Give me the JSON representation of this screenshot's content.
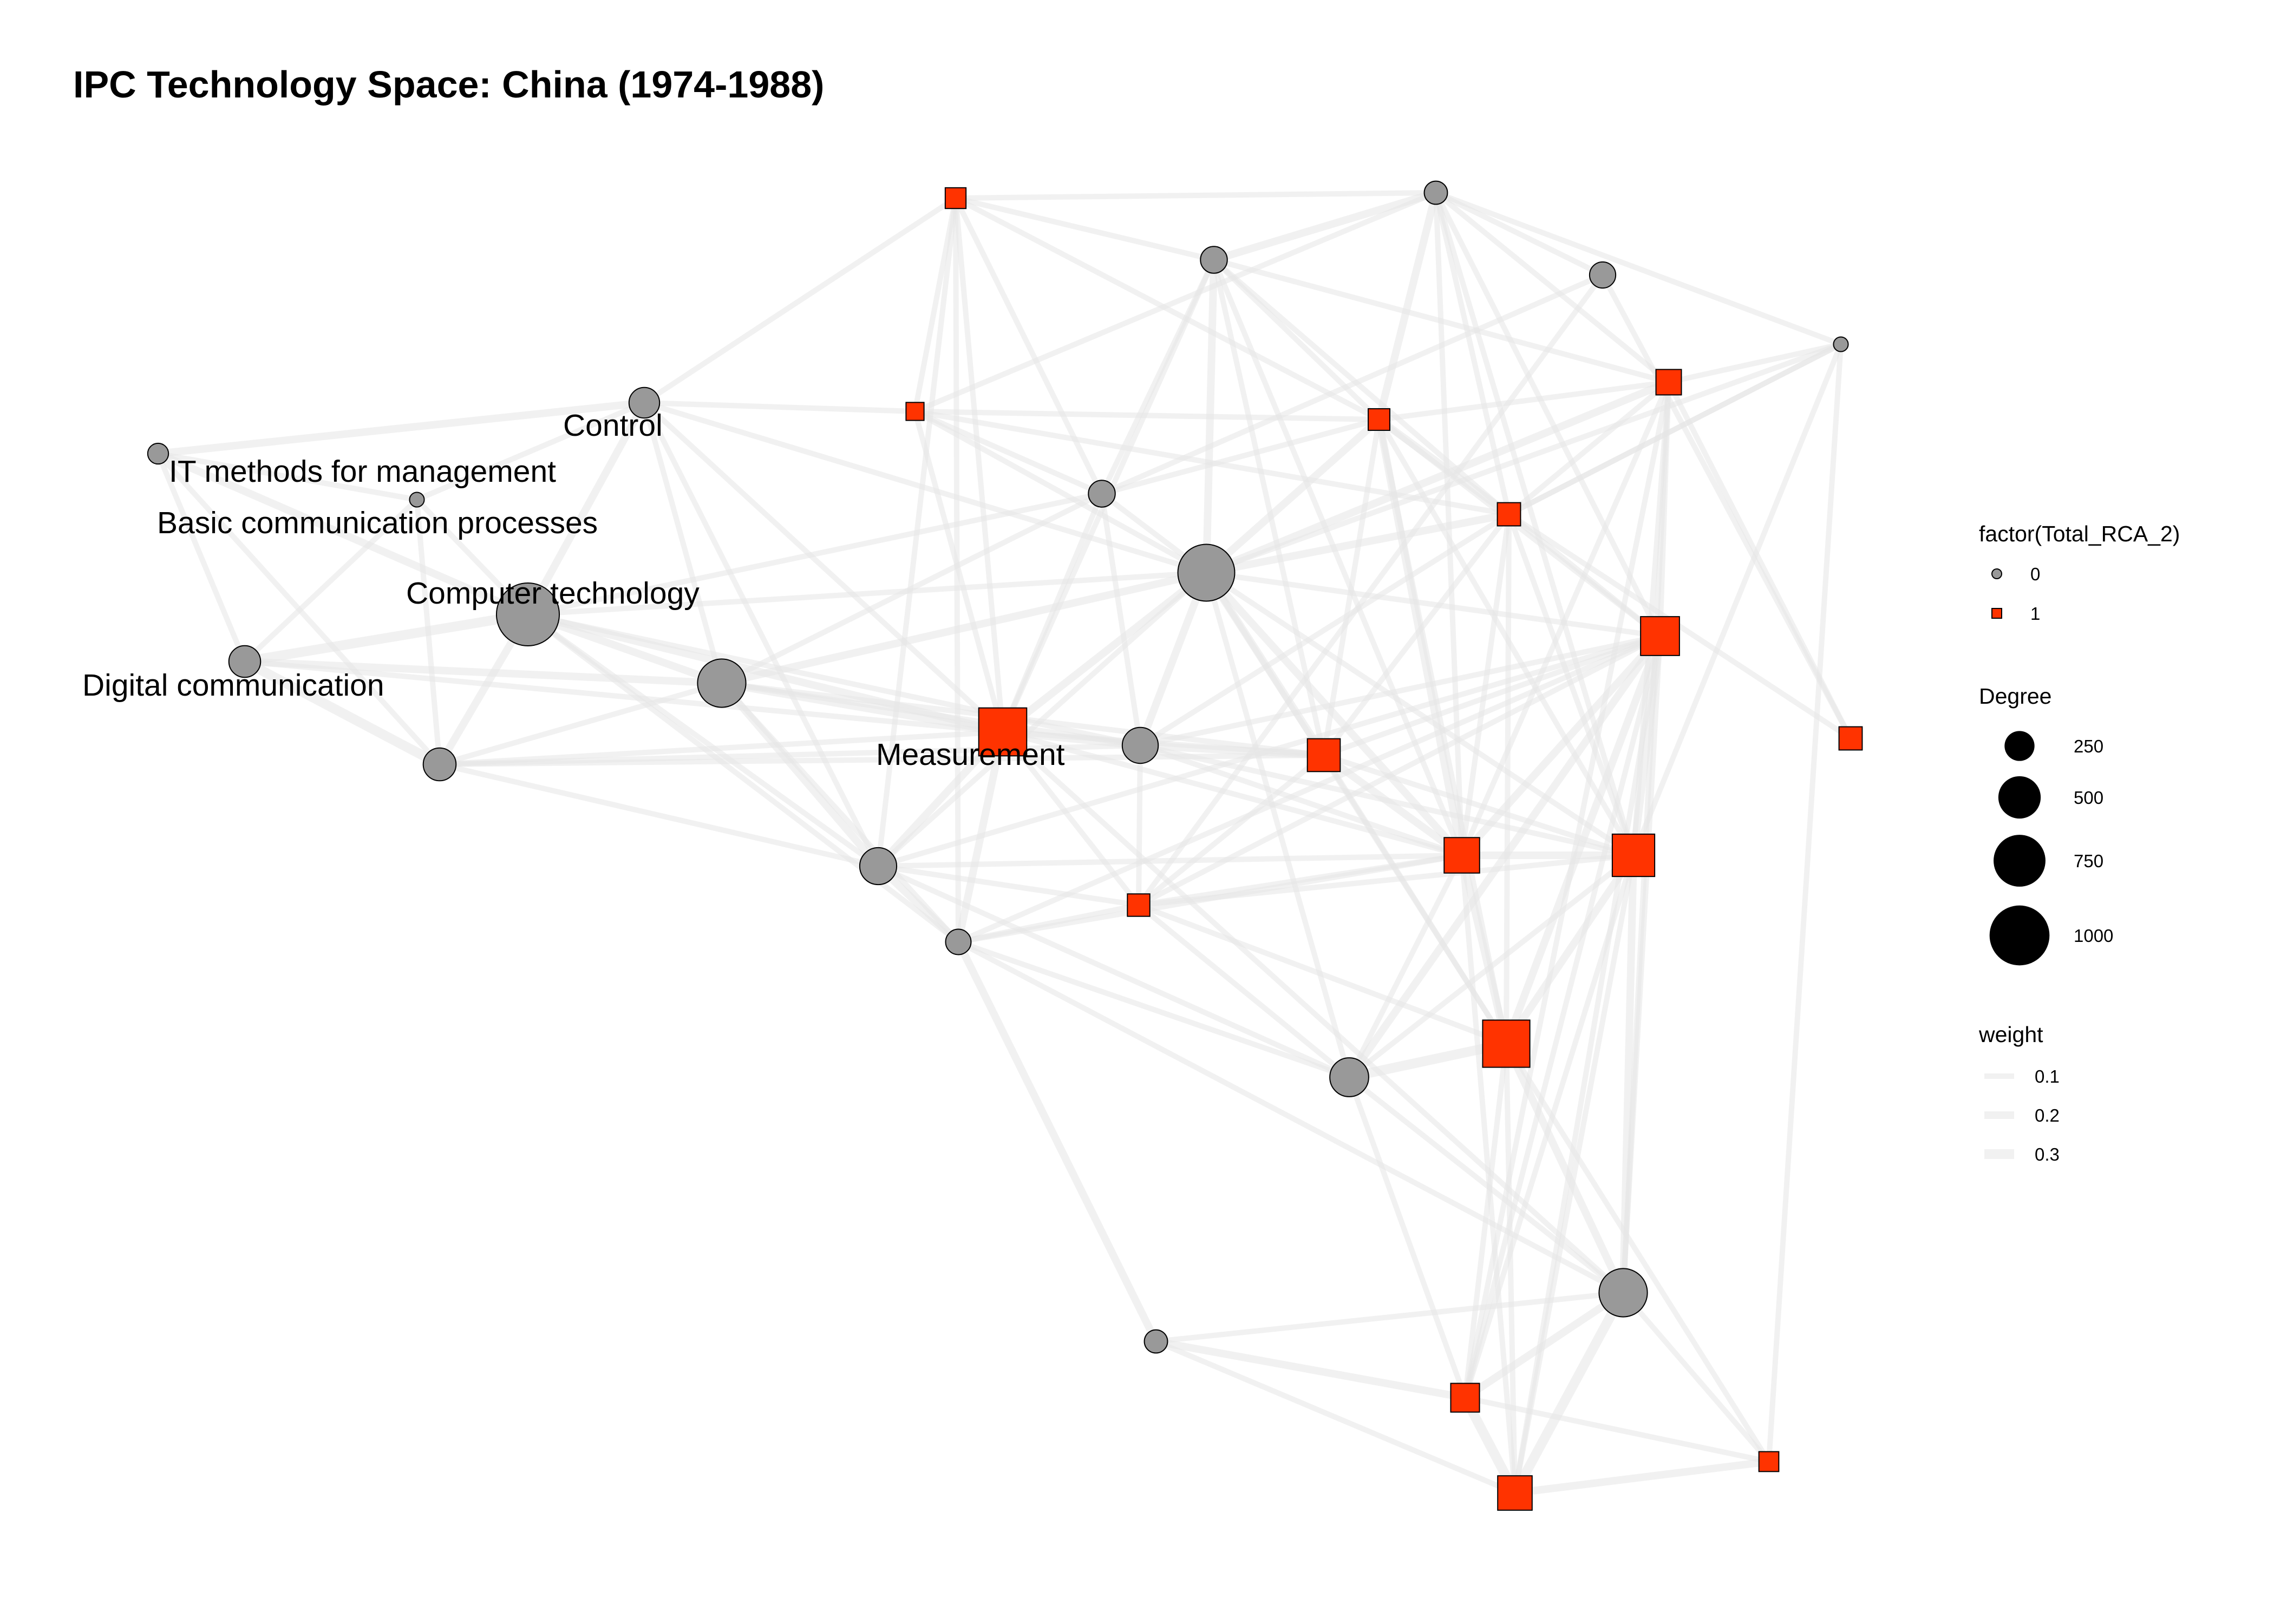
{
  "title": "IPC Technology Space: China (1974-1988)",
  "colors": {
    "rca_0": "#999999",
    "rca_1": "#ff3300",
    "edge": "#e6e6e6",
    "node_stroke": "#000000",
    "legend_size": "#000000"
  },
  "legend": {
    "shape": {
      "title": "factor(Total_RCA_2)",
      "items": [
        {
          "label": "0",
          "shape": "circle"
        },
        {
          "label": "1",
          "shape": "square"
        }
      ]
    },
    "size": {
      "title": "Degree",
      "items": [
        {
          "label": "250",
          "value": 250
        },
        {
          "label": "500",
          "value": 500
        },
        {
          "label": "750",
          "value": 750
        },
        {
          "label": "1000",
          "value": 1000
        }
      ]
    },
    "weight": {
      "title": "weight",
      "items": [
        {
          "label": "0.1",
          "value": 0.1
        },
        {
          "label": "0.2",
          "value": 0.2
        },
        {
          "label": "0.3",
          "value": 0.3
        }
      ]
    }
  },
  "chart_data": {
    "type": "network",
    "nodes": [
      {
        "id": "n0",
        "rca": 0,
        "degree": 120,
        "label": "IT methods for management"
      },
      {
        "id": "n1",
        "rca": 0,
        "degree": 60,
        "label": "Basic communication processes"
      },
      {
        "id": "n2",
        "rca": 0,
        "degree": 260,
        "label": "Control"
      },
      {
        "id": "n3",
        "rca": 0,
        "degree": 1100,
        "label": "Computer technology"
      },
      {
        "id": "n4",
        "rca": 0,
        "degree": 280,
        "label": "Digital communication"
      },
      {
        "id": "n5",
        "rca": 0,
        "degree": 300,
        "label": ""
      },
      {
        "id": "n6",
        "rca": 0,
        "degree": 650,
        "label": ""
      },
      {
        "id": "n7",
        "rca": 1,
        "degree": 640,
        "label": "Measurement"
      },
      {
        "id": "n8",
        "rca": 0,
        "degree": 380,
        "label": ""
      },
      {
        "id": "n9",
        "rca": 0,
        "degree": 180,
        "label": ""
      },
      {
        "id": "n10",
        "rca": 1,
        "degree": 120,
        "label": ""
      },
      {
        "id": "n11",
        "rca": 1,
        "degree": 90,
        "label": ""
      },
      {
        "id": "n12",
        "rca": 0,
        "degree": 200,
        "label": ""
      },
      {
        "id": "n13",
        "rca": 0,
        "degree": 200,
        "label": ""
      },
      {
        "id": "n14",
        "rca": 0,
        "degree": 900,
        "label": ""
      },
      {
        "id": "n15",
        "rca": 0,
        "degree": 360,
        "label": ""
      },
      {
        "id": "n16",
        "rca": 1,
        "degree": 140,
        "label": ""
      },
      {
        "id": "n17",
        "rca": 1,
        "degree": 300,
        "label": ""
      },
      {
        "id": "n18",
        "rca": 0,
        "degree": 150,
        "label": ""
      },
      {
        "id": "n19",
        "rca": 1,
        "degree": 130,
        "label": ""
      },
      {
        "id": "n20",
        "rca": 1,
        "degree": 150,
        "label": ""
      },
      {
        "id": "n21",
        "rca": 1,
        "degree": 350,
        "label": ""
      },
      {
        "id": "n22",
        "rca": 0,
        "degree": 60,
        "label": ""
      },
      {
        "id": "n23",
        "rca": 1,
        "degree": 180,
        "label": ""
      },
      {
        "id": "n24",
        "rca": 1,
        "degree": 420,
        "label": ""
      },
      {
        "id": "n25",
        "rca": 1,
        "degree": 500,
        "label": ""
      },
      {
        "id": "n26",
        "rca": 0,
        "degree": 420,
        "label": ""
      },
      {
        "id": "n27",
        "rca": 1,
        "degree": 620,
        "label": ""
      },
      {
        "id": "n28",
        "rca": 0,
        "degree": 650,
        "label": ""
      },
      {
        "id": "n29",
        "rca": 0,
        "degree": 150,
        "label": ""
      },
      {
        "id": "n30",
        "rca": 1,
        "degree": 230,
        "label": ""
      },
      {
        "id": "n31",
        "rca": 1,
        "degree": 330,
        "label": ""
      },
      {
        "id": "n32",
        "rca": 1,
        "degree": 110,
        "label": ""
      },
      {
        "id": "n33",
        "rca": 0,
        "degree": 190,
        "label": ""
      },
      {
        "id": "n34",
        "rca": 1,
        "degree": 150,
        "label": ""
      }
    ],
    "edges": [
      [
        "n0",
        "n2",
        0.2
      ],
      [
        "n0",
        "n3",
        0.2
      ],
      [
        "n0",
        "n4",
        0.1
      ],
      [
        "n0",
        "n1",
        0.1
      ],
      [
        "n0",
        "n5",
        0.1
      ],
      [
        "n1",
        "n3",
        0.1
      ],
      [
        "n1",
        "n4",
        0.1
      ],
      [
        "n1",
        "n5",
        0.1
      ],
      [
        "n1",
        "n2",
        0.1
      ],
      [
        "n2",
        "n3",
        0.2
      ],
      [
        "n2",
        "n6",
        0.1
      ],
      [
        "n2",
        "n11",
        0.1
      ],
      [
        "n2",
        "n10",
        0.1
      ],
      [
        "n2",
        "n8",
        0.1
      ],
      [
        "n2",
        "n7",
        0.1
      ],
      [
        "n2",
        "n14",
        0.1
      ],
      [
        "n3",
        "n4",
        0.3
      ],
      [
        "n3",
        "n5",
        0.2
      ],
      [
        "n3",
        "n6",
        0.2
      ],
      [
        "n3",
        "n7",
        0.2
      ],
      [
        "n3",
        "n8",
        0.1
      ],
      [
        "n3",
        "n9",
        0.1
      ],
      [
        "n3",
        "n12",
        0.1
      ],
      [
        "n3",
        "n14",
        0.1
      ],
      [
        "n3",
        "n15",
        0.1
      ],
      [
        "n4",
        "n5",
        0.3
      ],
      [
        "n4",
        "n6",
        0.2
      ],
      [
        "n4",
        "n7",
        0.1
      ],
      [
        "n5",
        "n6",
        0.1
      ],
      [
        "n5",
        "n8",
        0.1
      ],
      [
        "n5",
        "n7",
        0.1
      ],
      [
        "n5",
        "n17",
        0.1
      ],
      [
        "n5",
        "n15",
        0.1
      ],
      [
        "n6",
        "n7",
        0.2
      ],
      [
        "n6",
        "n8",
        0.2
      ],
      [
        "n6",
        "n14",
        0.2
      ],
      [
        "n6",
        "n15",
        0.1
      ],
      [
        "n6",
        "n12",
        0.1
      ],
      [
        "n6",
        "n9",
        0.1
      ],
      [
        "n6",
        "n17",
        0.1
      ],
      [
        "n7",
        "n8",
        0.2
      ],
      [
        "n7",
        "n9",
        0.2
      ],
      [
        "n7",
        "n14",
        0.2
      ],
      [
        "n7",
        "n15",
        0.2
      ],
      [
        "n7",
        "n17",
        0.1
      ],
      [
        "n7",
        "n16",
        0.1
      ],
      [
        "n7",
        "n10",
        0.1
      ],
      [
        "n7",
        "n11",
        0.1
      ],
      [
        "n7",
        "n12",
        0.1
      ],
      [
        "n7",
        "n13",
        0.1
      ],
      [
        "n7",
        "n21",
        0.1
      ],
      [
        "n7",
        "n28",
        0.1
      ],
      [
        "n8",
        "n9",
        0.2
      ],
      [
        "n8",
        "n16",
        0.1
      ],
      [
        "n8",
        "n21",
        0.1
      ],
      [
        "n8",
        "n24",
        0.1
      ],
      [
        "n8",
        "n26",
        0.1
      ],
      [
        "n8",
        "n14",
        0.1
      ],
      [
        "n8",
        "n10",
        0.1
      ],
      [
        "n9",
        "n16",
        0.1
      ],
      [
        "n9",
        "n24",
        0.1
      ],
      [
        "n9",
        "n21",
        0.1
      ],
      [
        "n9",
        "n26",
        0.1
      ],
      [
        "n9",
        "n28",
        0.1
      ],
      [
        "n9",
        "n29",
        0.2
      ],
      [
        "n9",
        "n10",
        0.1
      ],
      [
        "n10",
        "n13",
        0.1
      ],
      [
        "n10",
        "n11",
        0.1
      ],
      [
        "n10",
        "n18",
        0.1
      ],
      [
        "n10",
        "n12",
        0.1
      ],
      [
        "n10",
        "n19",
        0.1
      ],
      [
        "n11",
        "n12",
        0.1
      ],
      [
        "n11",
        "n19",
        0.1
      ],
      [
        "n11",
        "n20",
        0.1
      ],
      [
        "n11",
        "n14",
        0.1
      ],
      [
        "n11",
        "n18",
        0.1
      ],
      [
        "n12",
        "n14",
        0.1
      ],
      [
        "n12",
        "n13",
        0.1
      ],
      [
        "n12",
        "n19",
        0.1
      ],
      [
        "n12",
        "n15",
        0.1
      ],
      [
        "n13",
        "n18",
        0.2
      ],
      [
        "n13",
        "n14",
        0.2
      ],
      [
        "n13",
        "n19",
        0.1
      ],
      [
        "n13",
        "n20",
        0.1
      ],
      [
        "n13",
        "n21",
        0.1
      ],
      [
        "n13",
        "n23",
        0.1
      ],
      [
        "n13",
        "n17",
        0.1
      ],
      [
        "n14",
        "n15",
        0.2
      ],
      [
        "n14",
        "n17",
        0.2
      ],
      [
        "n14",
        "n19",
        0.2
      ],
      [
        "n14",
        "n20",
        0.2
      ],
      [
        "n14",
        "n21",
        0.2
      ],
      [
        "n14",
        "n23",
        0.2
      ],
      [
        "n14",
        "n25",
        0.1
      ],
      [
        "n14",
        "n24",
        0.1
      ],
      [
        "n14",
        "n26",
        0.1
      ],
      [
        "n14",
        "n27",
        0.1
      ],
      [
        "n14",
        "n22",
        0.1
      ],
      [
        "n15",
        "n17",
        0.2
      ],
      [
        "n15",
        "n21",
        0.1
      ],
      [
        "n15",
        "n16",
        0.1
      ],
      [
        "n15",
        "n24",
        0.1
      ],
      [
        "n15",
        "n20",
        0.1
      ],
      [
        "n15",
        "n25",
        0.1
      ],
      [
        "n16",
        "n17",
        0.1
      ],
      [
        "n16",
        "n21",
        0.1
      ],
      [
        "n16",
        "n24",
        0.1
      ],
      [
        "n16",
        "n25",
        0.1
      ],
      [
        "n16",
        "n26",
        0.1
      ],
      [
        "n16",
        "n27",
        0.1
      ],
      [
        "n17",
        "n21",
        0.2
      ],
      [
        "n17",
        "n20",
        0.1
      ],
      [
        "n17",
        "n25",
        0.1
      ],
      [
        "n17",
        "n24",
        0.1
      ],
      [
        "n17",
        "n19",
        0.1
      ],
      [
        "n17",
        "n27",
        0.1
      ],
      [
        "n18",
        "n19",
        0.2
      ],
      [
        "n18",
        "n20",
        0.1
      ],
      [
        "n18",
        "n23",
        0.1
      ],
      [
        "n18",
        "n21",
        0.1
      ],
      [
        "n18",
        "n22",
        0.1
      ],
      [
        "n18",
        "n24",
        0.1
      ],
      [
        "n18",
        "n25",
        0.1
      ],
      [
        "n19",
        "n20",
        0.2
      ],
      [
        "n19",
        "n21",
        0.2
      ],
      [
        "n19",
        "n24",
        0.1
      ],
      [
        "n19",
        "n25",
        0.1
      ],
      [
        "n19",
        "n23",
        0.1
      ],
      [
        "n19",
        "n27",
        0.1
      ],
      [
        "n20",
        "n23",
        0.1
      ],
      [
        "n20",
        "n25",
        0.1
      ],
      [
        "n20",
        "n22",
        0.1
      ],
      [
        "n20",
        "n21",
        0.1
      ],
      [
        "n20",
        "n24",
        0.1
      ],
      [
        "n20",
        "n27",
        0.1
      ],
      [
        "n21",
        "n24",
        0.2
      ],
      [
        "n21",
        "n25",
        0.2
      ],
      [
        "n21",
        "n27",
        0.2
      ],
      [
        "n21",
        "n26",
        0.1
      ],
      [
        "n21",
        "n23",
        0.1
      ],
      [
        "n21",
        "n31",
        0.1
      ],
      [
        "n22",
        "n23",
        0.1
      ],
      [
        "n22",
        "n25",
        0.1
      ],
      [
        "n22",
        "n20",
        0.1
      ],
      [
        "n23",
        "n24",
        0.1
      ],
      [
        "n23",
        "n25",
        0.1
      ],
      [
        "n23",
        "n30",
        0.1
      ],
      [
        "n23",
        "n28",
        0.1
      ],
      [
        "n24",
        "n25",
        0.2
      ],
      [
        "n24",
        "n26",
        0.2
      ],
      [
        "n24",
        "n27",
        0.2
      ],
      [
        "n24",
        "n28",
        0.1
      ],
      [
        "n24",
        "n30",
        0.1
      ],
      [
        "n24",
        "n31",
        0.1
      ],
      [
        "n25",
        "n26",
        0.1
      ],
      [
        "n25",
        "n27",
        0.2
      ],
      [
        "n25",
        "n28",
        0.2
      ],
      [
        "n25",
        "n30",
        0.1
      ],
      [
        "n25",
        "n31",
        0.1
      ],
      [
        "n26",
        "n27",
        0.3
      ],
      [
        "n26",
        "n28",
        0.1
      ],
      [
        "n26",
        "n30",
        0.1
      ],
      [
        "n27",
        "n28",
        0.2
      ],
      [
        "n27",
        "n30",
        0.1
      ],
      [
        "n27",
        "n31",
        0.1
      ],
      [
        "n27",
        "n32",
        0.1
      ],
      [
        "n28",
        "n30",
        0.2
      ],
      [
        "n28",
        "n31",
        0.3
      ],
      [
        "n28",
        "n32",
        0.1
      ],
      [
        "n28",
        "n29",
        0.1
      ],
      [
        "n29",
        "n30",
        0.2
      ],
      [
        "n29",
        "n31",
        0.1
      ],
      [
        "n30",
        "n31",
        0.3
      ],
      [
        "n30",
        "n32",
        0.1
      ],
      [
        "n31",
        "n32",
        0.2
      ],
      [
        "n22",
        "n32",
        0.1
      ],
      [
        "n16",
        "n33",
        0.1
      ],
      [
        "n12",
        "n33",
        0.1
      ],
      [
        "n33",
        "n34",
        0.1
      ],
      [
        "n34",
        "n20",
        0.1
      ],
      [
        "n33",
        "n18",
        0.1
      ],
      [
        "n34",
        "n23",
        0.1
      ]
    ]
  }
}
